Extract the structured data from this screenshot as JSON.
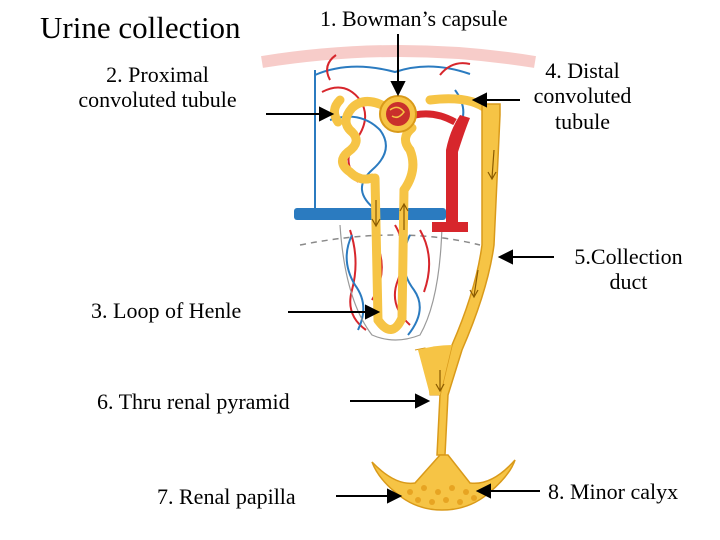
{
  "title": "Urine collection",
  "labels": {
    "bowmans_capsule": "1. Bowman’s capsule",
    "proximal_line1": "2. Proximal",
    "proximal_line2": "convoluted tubule",
    "loop_of_henle": "3. Loop of Henle",
    "distal_line1": "4. Distal",
    "distal_line2": "convoluted",
    "distal_line3": "tubule",
    "collection_line1": "5.Collection",
    "collection_line2": "duct",
    "renal_pyramid": "6. Thru renal pyramid",
    "renal_papilla": "7. Renal papilla",
    "minor_calyx": "8. Minor calyx"
  },
  "colors": {
    "tubule": "#F6C445",
    "tubule_outline": "#D99A1A",
    "artery": "#D7262C",
    "vein": "#2B7BC0",
    "arrow": "#000000"
  }
}
